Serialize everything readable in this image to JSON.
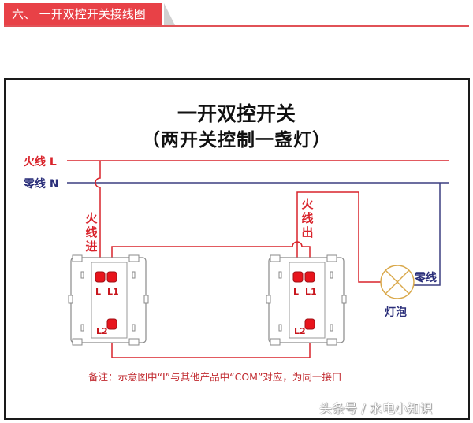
{
  "section": {
    "title": "六、 一开双控开关接线图",
    "tab_color": "#e84147"
  },
  "diagram": {
    "title_line1": "一开双控开关",
    "title_line2": "（两开关控制一盏灯）",
    "live_wire_label": "火线 L",
    "neutral_wire_label": "零线 N",
    "live_in_label": [
      "火",
      "线",
      "进"
    ],
    "live_out_label": [
      "火",
      "线",
      "出"
    ],
    "neutral_to_lamp_label": "零线",
    "lamp_label": "灯泡",
    "switch_left": {
      "terminals": [
        "L",
        "L1",
        "L2"
      ]
    },
    "switch_right": {
      "terminals": [
        "L",
        "L1",
        "L2"
      ]
    },
    "note": "备注：示意图中“L”与其他产品中“COM”对应，为同一接口",
    "colors": {
      "live": "#d9232b",
      "neutral": "#2b2f7a",
      "terminal": "#e8141c",
      "lamp": "#d9a84a"
    }
  },
  "watermark": "头条号 / 水电小知识"
}
